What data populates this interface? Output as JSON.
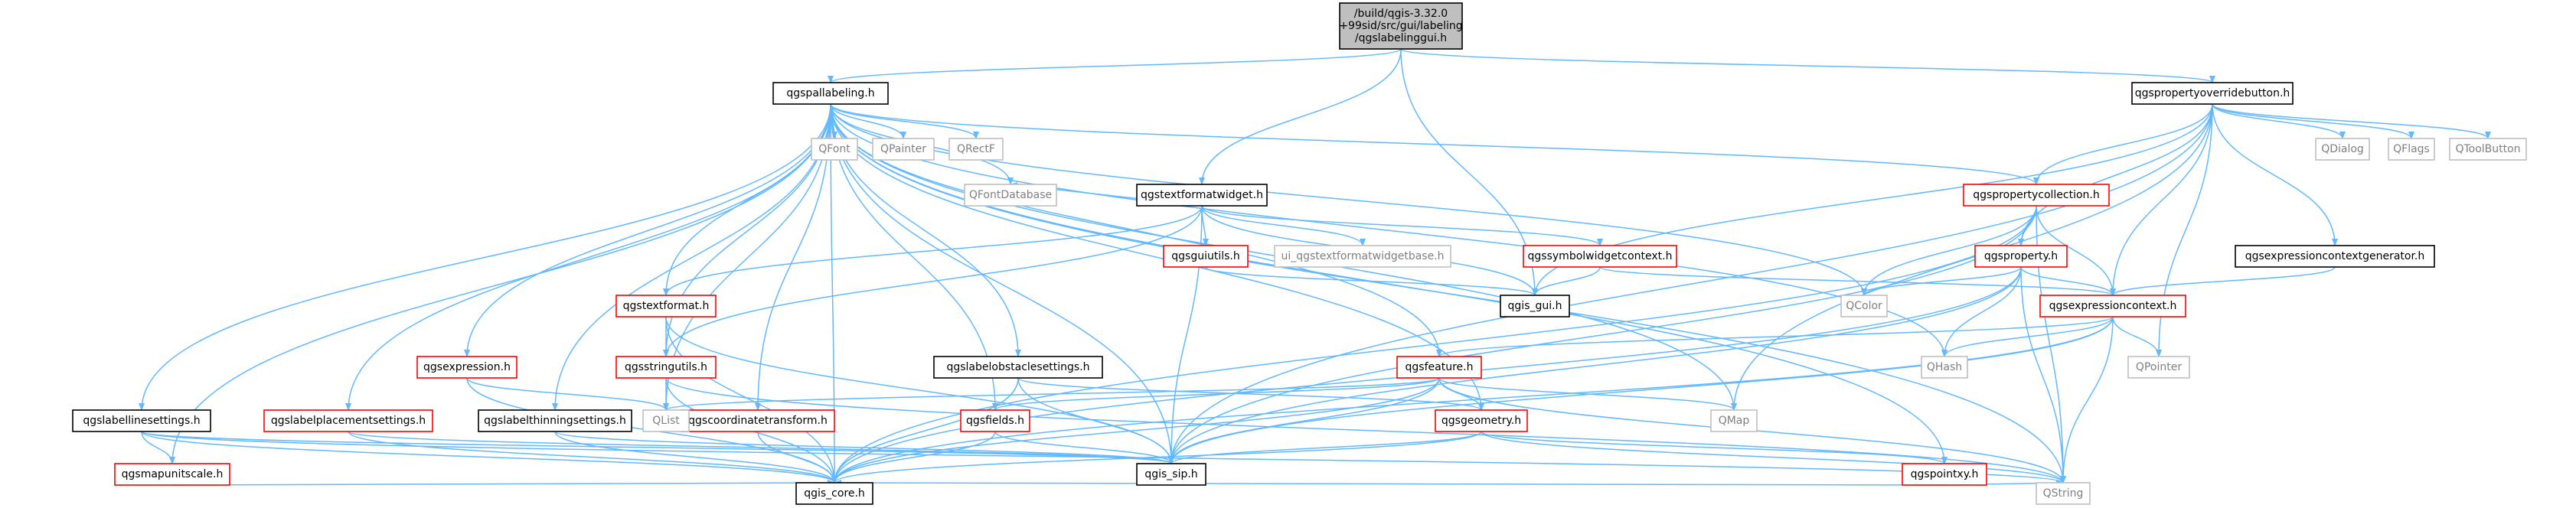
{
  "colors": {
    "node_black_border": "#000000",
    "node_red_border": "#ff0000",
    "node_gray_border": "#bfbfbf",
    "root_fill": "#bfbfbf",
    "node_fill": "#ffffff",
    "edge": "#63b8ff"
  },
  "nodes": [
    {
      "id": "root",
      "lines": [
        "/build/qgis-3.32.0",
        "+99sid/src/gui/labeling",
        "/qgslabelinggui.h"
      ],
      "style": "root"
    },
    {
      "id": "qgspallabeling",
      "lines": [
        "qgspallabeling.h"
      ],
      "style": "black"
    },
    {
      "id": "qgspropertyoverridebutton",
      "lines": [
        "qgspropertyoverridebutton.h"
      ],
      "style": "black"
    },
    {
      "id": "qgstextformatwidget",
      "lines": [
        "qgstextformatwidget.h"
      ],
      "style": "black"
    },
    {
      "id": "qfont",
      "lines": [
        "QFont"
      ],
      "style": "gray"
    },
    {
      "id": "qpainter",
      "lines": [
        "QPainter"
      ],
      "style": "gray"
    },
    {
      "id": "qrectf",
      "lines": [
        "QRectF"
      ],
      "style": "gray"
    },
    {
      "id": "qgspropertycollection",
      "lines": [
        "qgspropertycollection.h"
      ],
      "style": "red"
    },
    {
      "id": "qdialog",
      "lines": [
        "QDialog"
      ],
      "style": "gray"
    },
    {
      "id": "qflags",
      "lines": [
        "QFlags"
      ],
      "style": "gray"
    },
    {
      "id": "qtoolbutton",
      "lines": [
        "QToolButton"
      ],
      "style": "gray"
    },
    {
      "id": "qfontdatabase",
      "lines": [
        "QFontDatabase"
      ],
      "style": "gray"
    },
    {
      "id": "qgsguiutils",
      "lines": [
        "qgsguiutils.h"
      ],
      "style": "red"
    },
    {
      "id": "ui_qgstextformatwidgetbase",
      "lines": [
        "ui_qgstextformatwidgetbase.h"
      ],
      "style": "gray"
    },
    {
      "id": "qgssymbolwidgetcontext",
      "lines": [
        "qgssymbolwidgetcontext.h"
      ],
      "style": "red"
    },
    {
      "id": "qgsproperty",
      "lines": [
        "qgsproperty.h"
      ],
      "style": "red"
    },
    {
      "id": "qgsexpressioncontextgenerator",
      "lines": [
        "qgsexpressioncontextgenerator.h"
      ],
      "style": "black"
    },
    {
      "id": "qgis_gui",
      "lines": [
        "qgis_gui.h"
      ],
      "style": "black"
    },
    {
      "id": "qcolor",
      "lines": [
        "QColor"
      ],
      "style": "gray"
    },
    {
      "id": "qgsexpressioncontext",
      "lines": [
        "qgsexpressioncontext.h"
      ],
      "style": "red"
    },
    {
      "id": "qgstextformat",
      "lines": [
        "qgstextformat.h"
      ],
      "style": "red"
    },
    {
      "id": "qgsexpression",
      "lines": [
        "qgsexpression.h"
      ],
      "style": "red"
    },
    {
      "id": "qgsstringutils",
      "lines": [
        "qgsstringutils.h"
      ],
      "style": "red"
    },
    {
      "id": "qgslabelobstaclesettings",
      "lines": [
        "qgslabelobstaclesettings.h"
      ],
      "style": "black"
    },
    {
      "id": "qgsfeature",
      "lines": [
        "qgsfeature.h"
      ],
      "style": "red"
    },
    {
      "id": "qhash",
      "lines": [
        "QHash"
      ],
      "style": "gray"
    },
    {
      "id": "qpointer",
      "lines": [
        "QPointer"
      ],
      "style": "gray"
    },
    {
      "id": "qgslabellinesettings",
      "lines": [
        "qgslabellinesettings.h"
      ],
      "style": "black"
    },
    {
      "id": "qgslabelplacementsettings",
      "lines": [
        "qgslabelplacementsettings.h"
      ],
      "style": "red"
    },
    {
      "id": "qgslabelthinningsettings",
      "lines": [
        "qgslabelthinningsettings.h"
      ],
      "style": "black"
    },
    {
      "id": "qgscoordinatetransform",
      "lines": [
        "qgscoordinatetransform.h"
      ],
      "style": "red"
    },
    {
      "id": "qlist",
      "lines": [
        "QList"
      ],
      "style": "gray"
    },
    {
      "id": "qgsfields",
      "lines": [
        "qgsfields.h"
      ],
      "style": "red"
    },
    {
      "id": "qgsgeometry",
      "lines": [
        "qgsgeometry.h"
      ],
      "style": "red"
    },
    {
      "id": "qmap",
      "lines": [
        "QMap"
      ],
      "style": "gray"
    },
    {
      "id": "qgsmapunitscale",
      "lines": [
        "qgsmapunitscale.h"
      ],
      "style": "red"
    },
    {
      "id": "qgis_sip",
      "lines": [
        "qgis_sip.h"
      ],
      "style": "black"
    },
    {
      "id": "qgspointxy",
      "lines": [
        "qgspointxy.h"
      ],
      "style": "red"
    },
    {
      "id": "qgis_core",
      "lines": [
        "qgis_core.h"
      ],
      "style": "black"
    },
    {
      "id": "qstring",
      "lines": [
        "QString"
      ],
      "style": "gray"
    }
  ],
  "edges": [
    [
      "root",
      "qgspallabeling"
    ],
    [
      "root",
      "qgspropertyoverridebutton"
    ],
    [
      "root",
      "qgstextformatwidget"
    ],
    [
      "root",
      "qgis_gui"
    ],
    [
      "qgspallabeling",
      "qfont"
    ],
    [
      "qgspallabeling",
      "qpainter"
    ],
    [
      "qgspallabeling",
      "qrectf"
    ],
    [
      "qgspallabeling",
      "qgspropertycollection"
    ],
    [
      "qgspallabeling",
      "qfontdatabase"
    ],
    [
      "qgspallabeling",
      "qcolor"
    ],
    [
      "qgspallabeling",
      "qgstextformat"
    ],
    [
      "qgspallabeling",
      "qgsexpression"
    ],
    [
      "qgspallabeling",
      "qgsstringutils"
    ],
    [
      "qgspallabeling",
      "qgslabelobstaclesettings"
    ],
    [
      "qgspallabeling",
      "qgsfeature"
    ],
    [
      "qgspallabeling",
      "qhash"
    ],
    [
      "qgspallabeling",
      "qgslabellinesettings"
    ],
    [
      "qgspallabeling",
      "qgslabelplacementsettings"
    ],
    [
      "qgspallabeling",
      "qgslabelthinningsettings"
    ],
    [
      "qgspallabeling",
      "qgscoordinatetransform"
    ],
    [
      "qgspallabeling",
      "qlist"
    ],
    [
      "qgspallabeling",
      "qgsfields"
    ],
    [
      "qgspallabeling",
      "qgsgeometry"
    ],
    [
      "qgspallabeling",
      "qmap"
    ],
    [
      "qgspallabeling",
      "qgsmapunitscale"
    ],
    [
      "qgspallabeling",
      "qgis_sip"
    ],
    [
      "qgspallabeling",
      "qgspointxy"
    ],
    [
      "qgspallabeling",
      "qgis_core"
    ],
    [
      "qgspallabeling",
      "qstring"
    ],
    [
      "qgspropertyoverridebutton",
      "qgspropertycollection"
    ],
    [
      "qgspropertyoverridebutton",
      "qdialog"
    ],
    [
      "qgspropertyoverridebutton",
      "qflags"
    ],
    [
      "qgspropertyoverridebutton",
      "qtoolbutton"
    ],
    [
      "qgspropertyoverridebutton",
      "qgsproperty"
    ],
    [
      "qgspropertyoverridebutton",
      "qgsexpressioncontextgenerator"
    ],
    [
      "qgspropertyoverridebutton",
      "qgis_gui"
    ],
    [
      "qgspropertyoverridebutton",
      "qgsexpressioncontext"
    ],
    [
      "qgspropertyoverridebutton",
      "qmap"
    ],
    [
      "qgspropertyoverridebutton",
      "qpointer"
    ],
    [
      "qgspropertyoverridebutton",
      "qgis_sip"
    ],
    [
      "qgstextformatwidget",
      "qfontdatabase"
    ],
    [
      "qgstextformatwidget",
      "qgsguiutils"
    ],
    [
      "qgstextformatwidget",
      "ui_qgstextformatwidgetbase"
    ],
    [
      "qgstextformatwidget",
      "qgssymbolwidgetcontext"
    ],
    [
      "qgstextformatwidget",
      "qgis_gui"
    ],
    [
      "qgstextformatwidget",
      "qgstextformat"
    ],
    [
      "qgstextformatwidget",
      "qgsstringutils"
    ],
    [
      "qgstextformatwidget",
      "qgis_sip"
    ],
    [
      "qgspropertycollection",
      "qgsproperty"
    ],
    [
      "qgspropertycollection",
      "qgsexpressioncontext"
    ],
    [
      "qgspropertycollection",
      "qcolor"
    ],
    [
      "qgspropertycollection",
      "qgis_core"
    ],
    [
      "qgspropertycollection",
      "qgis_sip"
    ],
    [
      "qgspropertycollection",
      "qstring"
    ],
    [
      "qgsguiutils",
      "qgis_gui"
    ],
    [
      "qgssymbolwidgetcontext",
      "qgis_gui"
    ],
    [
      "qgssymbolwidgetcontext",
      "qgsexpressioncontext"
    ],
    [
      "qgsproperty",
      "qcolor"
    ],
    [
      "qgsproperty",
      "qgsexpressioncontext"
    ],
    [
      "qgsproperty",
      "qhash"
    ],
    [
      "qgsproperty",
      "qgis_core"
    ],
    [
      "qgsproperty",
      "qgis_sip"
    ],
    [
      "qgsproperty",
      "qstring"
    ],
    [
      "qgsexpressioncontextgenerator",
      "qgsexpressioncontext"
    ],
    [
      "qgsexpressioncontext",
      "qgsfeature"
    ],
    [
      "qgsexpressioncontext",
      "qhash"
    ],
    [
      "qgsexpressioncontext",
      "qpointer"
    ],
    [
      "qgsexpressioncontext",
      "qstring"
    ],
    [
      "qgsexpressioncontext",
      "qgis_core"
    ],
    [
      "qgsexpressioncontext",
      "qgis_sip"
    ],
    [
      "qgstextformat",
      "qgsstringutils"
    ],
    [
      "qgstextformat",
      "qgis_core"
    ],
    [
      "qgstextformat",
      "qgis_sip"
    ],
    [
      "qgsexpression",
      "qlist"
    ],
    [
      "qgsexpression",
      "qgis_core"
    ],
    [
      "qgsstringutils",
      "qlist"
    ],
    [
      "qgsstringutils",
      "qgis_core"
    ],
    [
      "qgsstringutils",
      "qstring"
    ],
    [
      "qgslabelobstaclesettings",
      "qgsgeometry"
    ],
    [
      "qgslabelobstaclesettings",
      "qgis_core"
    ],
    [
      "qgslabelobstaclesettings",
      "qgis_sip"
    ],
    [
      "qgsfeature",
      "qlist"
    ],
    [
      "qgsfeature",
      "qgsfields"
    ],
    [
      "qgsfeature",
      "qgsgeometry"
    ],
    [
      "qgsfeature",
      "qmap"
    ],
    [
      "qgsfeature",
      "qgis_core"
    ],
    [
      "qgsfeature",
      "qgis_sip"
    ],
    [
      "qgsfeature",
      "qstring"
    ],
    [
      "qgslabellinesettings",
      "qgsmapunitscale"
    ],
    [
      "qgslabellinesettings",
      "qgis_core"
    ],
    [
      "qgslabellinesettings",
      "qgis_sip"
    ],
    [
      "qgslabellinesettings",
      "qstring"
    ],
    [
      "qgslabelplacementsettings",
      "qgis_core"
    ],
    [
      "qgslabelplacementsettings",
      "qgis_sip"
    ],
    [
      "qgslabelthinningsettings",
      "qgis_core"
    ],
    [
      "qgslabelthinningsettings",
      "qgis_sip"
    ],
    [
      "qgscoordinatetransform",
      "qgis_core"
    ],
    [
      "qgsfields",
      "qgis_core"
    ],
    [
      "qgsfields",
      "qgis_sip"
    ],
    [
      "qgsgeometry",
      "qgspointxy"
    ],
    [
      "qgsgeometry",
      "qgis_core"
    ],
    [
      "qgsgeometry",
      "qgis_sip"
    ],
    [
      "qgsgeometry",
      "qstring"
    ],
    [
      "qgsmapunitscale",
      "qgis_core"
    ],
    [
      "qgspointxy",
      "qgis_core"
    ],
    [
      "qgspointxy",
      "qstring"
    ]
  ]
}
